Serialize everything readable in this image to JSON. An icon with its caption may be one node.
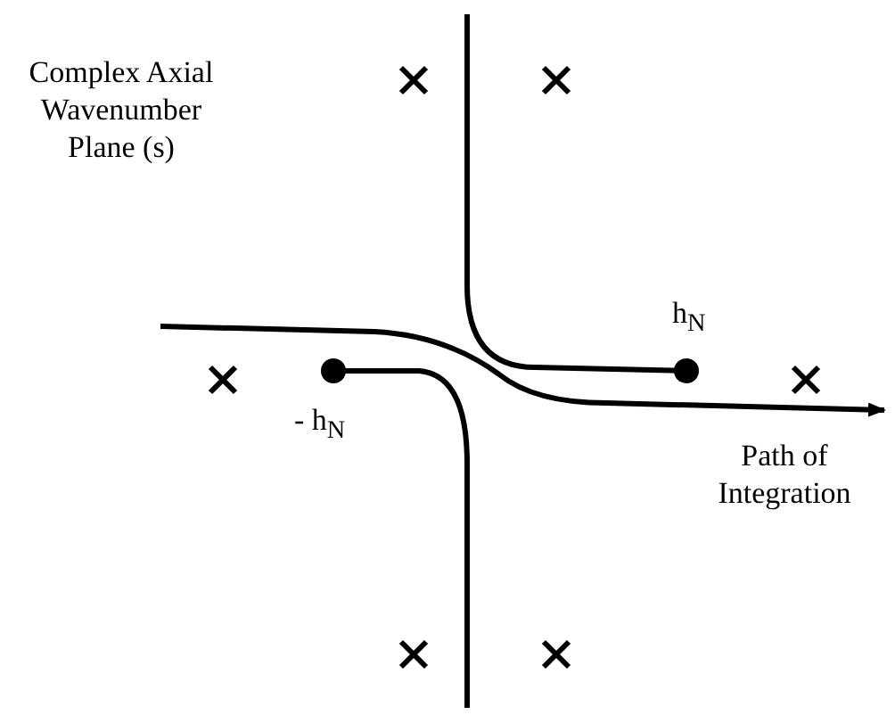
{
  "diagram": {
    "labels": [
      "Complex Axial Wavenumber Plane (s)",
      "h$_{N}$",
      "- h$_{N}$",
      "Path of Integration"
    ]
  }
}
